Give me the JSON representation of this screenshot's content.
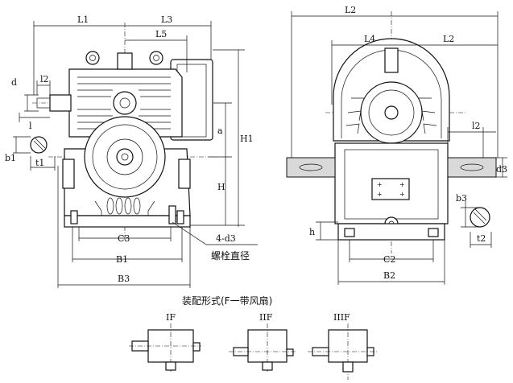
{
  "left_view": {
    "dims": {
      "L1": "L1",
      "L3": "L3",
      "L5": "L5",
      "d": "d",
      "l2": "l2",
      "l": "l",
      "b1": "b1",
      "t1": "t1",
      "a": "a",
      "H1": "H1",
      "H": "H",
      "C3": "C3",
      "B1": "B1",
      "B3": "B3",
      "bolt": "4-d3"
    },
    "bolt_note": "螺栓直径"
  },
  "right_view": {
    "dims": {
      "L2_top": "L2",
      "L4": "L4",
      "L2": "L2",
      "l2": "l2",
      "d3": "d3",
      "b3": "b3",
      "t2": "t2",
      "h": "h",
      "C2": "C2",
      "B2": "B2"
    }
  },
  "assembly": {
    "title": "装配形式(F一带风扇)",
    "forms": [
      "IF",
      "IIF",
      "IIIF"
    ]
  }
}
